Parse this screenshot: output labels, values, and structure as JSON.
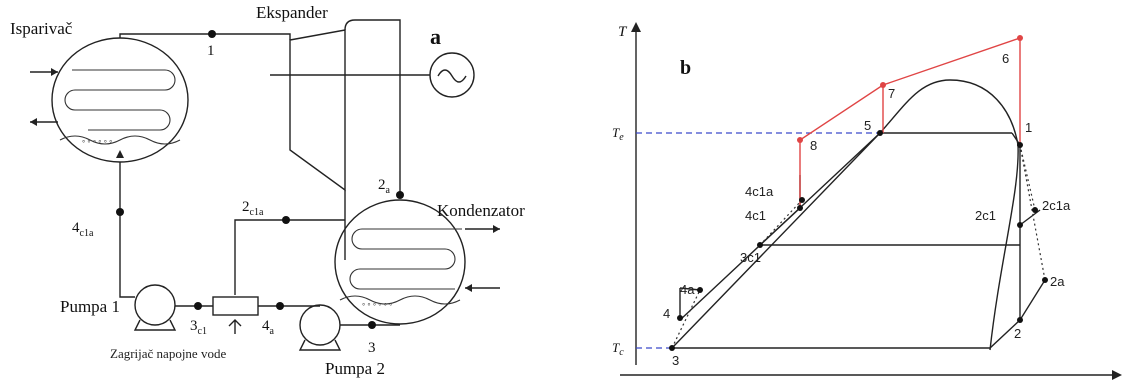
{
  "left_diagram": {
    "components": {
      "evaporator": "Isparivač",
      "expander": "Ekspander",
      "generator_letter": "a",
      "condenser": "Kondenzator",
      "pump_1": "Pumpa 1",
      "pump_2": "Pumpa 2",
      "feedwater_heater": "Zagrijač napojne vode"
    },
    "state_points": [
      {
        "id": "p1",
        "base": "1",
        "sub": ""
      },
      {
        "id": "p2a",
        "base": "2",
        "sub": "a"
      },
      {
        "id": "p2c1a",
        "base": "2",
        "sub": "c1a"
      },
      {
        "id": "p4c1a",
        "base": "4",
        "sub": "c1a"
      },
      {
        "id": "p3c1",
        "base": "3",
        "sub": "c1"
      },
      {
        "id": "p4a",
        "base": "4",
        "sub": "a"
      },
      {
        "id": "p3",
        "base": "3",
        "sub": ""
      }
    ]
  },
  "right_diagram": {
    "panel_letter": "b",
    "y_axis_label": "T",
    "t_e_label": {
      "base": "T",
      "sub": "e"
    },
    "t_c_label": {
      "base": "T",
      "sub": "c"
    },
    "point_labels": [
      "1",
      "2",
      "2a",
      "2c1",
      "2c1a",
      "3",
      "3c1",
      "4",
      "4a",
      "4c1",
      "4c1a",
      "5",
      "6",
      "7",
      "8"
    ],
    "colors": {
      "superheat_lines": "#e04545",
      "reference_dashes": "#3a49c9",
      "lines": "#222222"
    }
  }
}
